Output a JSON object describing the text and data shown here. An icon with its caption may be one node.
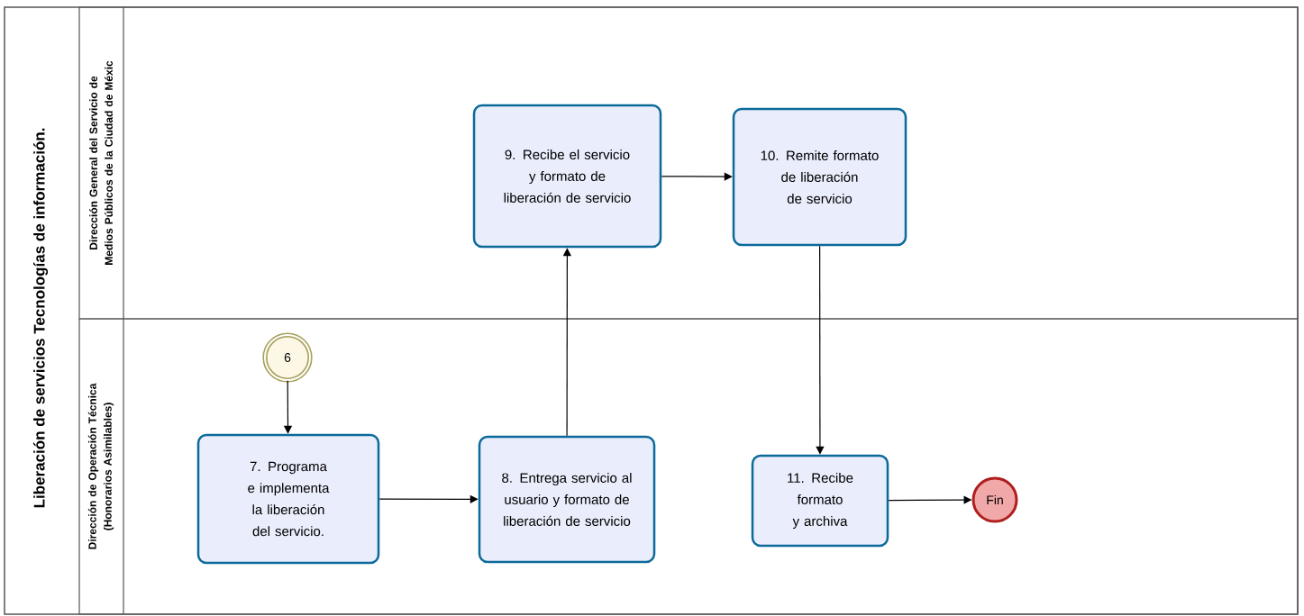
{
  "diagram": {
    "nodes": [
      {
        "text": [
          "Liberación de servicios Tecnologías de información."
        ]
      },
      {
        "text": [
          "Dirección General del Servicio de Medios Públicos de la Ciudad de Méxic"
        ],
        "in": 0
      },
      {
        "text": [
          "Dirección de Operación Técnica (Honorarios Asimilables)"
        ],
        "in": 0
      },
      {
        "text": [
          "9. Recibe el servicio y formato de liberación de servicio"
        ],
        "in": 1
      },
      {
        "text": [
          "10. Remite formato de liberación de servicio"
        ],
        "in": 1
      },
      {
        "text": [
          "6"
        ],
        "in": 2
      },
      {
        "text": [
          "7. Programa e implementa la liberación del servicio."
        ],
        "in": 2
      },
      {
        "text": [
          "8. Entrega servicio al usuario y formato de liberación de servicio"
        ],
        "in": 2
      },
      {
        "text": [
          "11. Recibe formato y archiva"
        ],
        "in": 2
      },
      {
        "text": [
          "Fin"
        ],
        "in": 2
      }
    ],
    "edges": [
      {
        "from": 5,
        "to": 6,
        "arrow": "to"
      },
      {
        "from": 6,
        "to": 7,
        "arrow": "to"
      },
      {
        "from": 7,
        "to": 3,
        "arrow": "to"
      },
      {
        "from": 3,
        "to": 4,
        "arrow": "to"
      },
      {
        "from": 4,
        "to": 8,
        "arrow": "to"
      },
      {
        "from": 8,
        "to": 9,
        "arrow": "to"
      }
    ]
  }
}
